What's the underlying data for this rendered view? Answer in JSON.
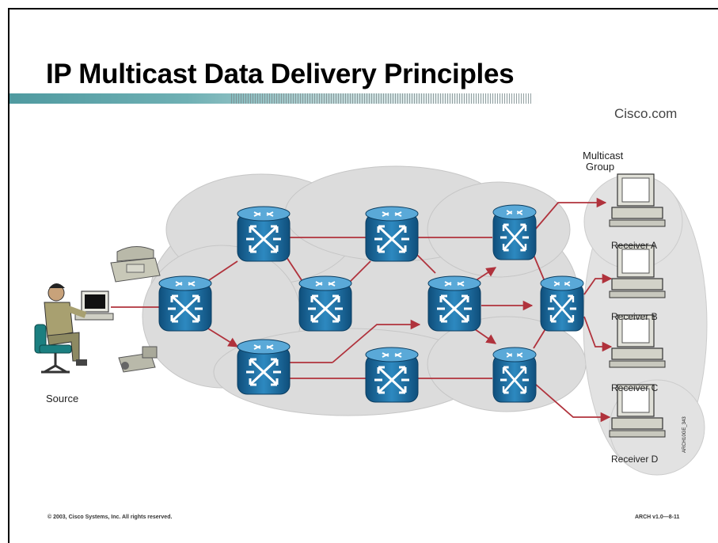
{
  "slide": {
    "title": "IP Multicast Data Delivery Principles",
    "brand": "Cisco.com",
    "copyright": "© 2003, Cisco Systems, Inc. All rights reserved.",
    "course_ref": "ARCH v1.0—8-11",
    "figure_id": "ARCH10GE_343"
  },
  "diagram": {
    "source_label": "Source",
    "group_label_line1": "Multicast",
    "group_label_line2": "Group",
    "receivers": [
      "Receiver A",
      "Receiver B",
      "Receiver C",
      "Receiver D"
    ]
  },
  "colors": {
    "accent": "#4f9aa0",
    "router": "#1b6fa3",
    "link": "#b0323c",
    "cloud": "#dcdcdc"
  }
}
